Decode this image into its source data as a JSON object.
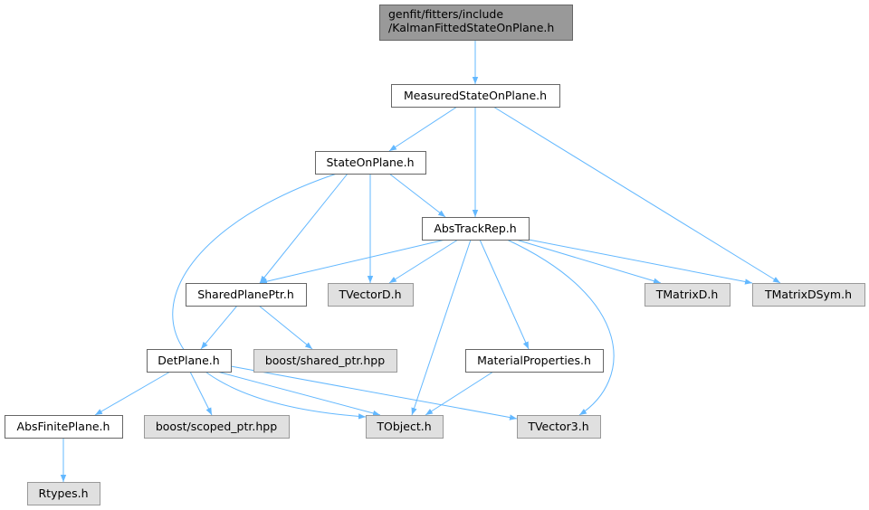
{
  "colors": {
    "edge": "#63b8ff",
    "root_fill": "#999999",
    "root_border": "#666666",
    "documented_fill": "#ffffff",
    "documented_border": "#666666",
    "external_fill": "#e0e0e0",
    "external_border": "#999999"
  },
  "nodes": [
    {
      "id": "root",
      "lines": [
        "genfit/fitters/include",
        "/KalmanFittedStateOnPlane.h"
      ],
      "kind": "root"
    },
    {
      "id": "measured",
      "lines": [
        "MeasuredStateOnPlane.h"
      ],
      "kind": "documented"
    },
    {
      "id": "stateonplane",
      "lines": [
        "StateOnPlane.h"
      ],
      "kind": "documented"
    },
    {
      "id": "abstrackrep",
      "lines": [
        "AbsTrackRep.h"
      ],
      "kind": "documented"
    },
    {
      "id": "sharedplaneptr",
      "lines": [
        "SharedPlanePtr.h"
      ],
      "kind": "documented"
    },
    {
      "id": "tvectord",
      "lines": [
        "TVectorD.h"
      ],
      "kind": "external"
    },
    {
      "id": "tmatrixd",
      "lines": [
        "TMatrixD.h"
      ],
      "kind": "external"
    },
    {
      "id": "tmatrixdsym",
      "lines": [
        "TMatrixDSym.h"
      ],
      "kind": "external"
    },
    {
      "id": "detplane",
      "lines": [
        "DetPlane.h"
      ],
      "kind": "documented"
    },
    {
      "id": "boostshared",
      "lines": [
        "boost/shared_ptr.hpp"
      ],
      "kind": "external"
    },
    {
      "id": "materialprops",
      "lines": [
        "MaterialProperties.h"
      ],
      "kind": "documented"
    },
    {
      "id": "absfiniteplane",
      "lines": [
        "AbsFinitePlane.h"
      ],
      "kind": "documented"
    },
    {
      "id": "boostscoped",
      "lines": [
        "boost/scoped_ptr.hpp"
      ],
      "kind": "external"
    },
    {
      "id": "tobject",
      "lines": [
        "TObject.h"
      ],
      "kind": "external"
    },
    {
      "id": "tvector3",
      "lines": [
        "TVector3.h"
      ],
      "kind": "external"
    },
    {
      "id": "rtypes",
      "lines": [
        "Rtypes.h"
      ],
      "kind": "external"
    }
  ],
  "edges": [
    {
      "from": "root",
      "to": "measured"
    },
    {
      "from": "measured",
      "to": "stateonplane"
    },
    {
      "from": "measured",
      "to": "abstrackrep"
    },
    {
      "from": "measured",
      "to": "tmatrixdsym"
    },
    {
      "from": "stateonplane",
      "to": "abstrackrep"
    },
    {
      "from": "stateonplane",
      "to": "sharedplaneptr"
    },
    {
      "from": "stateonplane",
      "to": "tvectord"
    },
    {
      "from": "stateonplane",
      "to": "tobject"
    },
    {
      "from": "abstrackrep",
      "to": "sharedplaneptr"
    },
    {
      "from": "abstrackrep",
      "to": "tvectord"
    },
    {
      "from": "abstrackrep",
      "to": "tmatrixd"
    },
    {
      "from": "abstrackrep",
      "to": "tmatrixdsym"
    },
    {
      "from": "abstrackrep",
      "to": "materialprops"
    },
    {
      "from": "abstrackrep",
      "to": "tobject"
    },
    {
      "from": "abstrackrep",
      "to": "tvector3"
    },
    {
      "from": "sharedplaneptr",
      "to": "detplane"
    },
    {
      "from": "sharedplaneptr",
      "to": "boostshared"
    },
    {
      "from": "detplane",
      "to": "absfiniteplane"
    },
    {
      "from": "detplane",
      "to": "boostscoped"
    },
    {
      "from": "detplane",
      "to": "tobject"
    },
    {
      "from": "detplane",
      "to": "tvector3"
    },
    {
      "from": "materialprops",
      "to": "tobject"
    },
    {
      "from": "absfiniteplane",
      "to": "rtypes"
    }
  ]
}
